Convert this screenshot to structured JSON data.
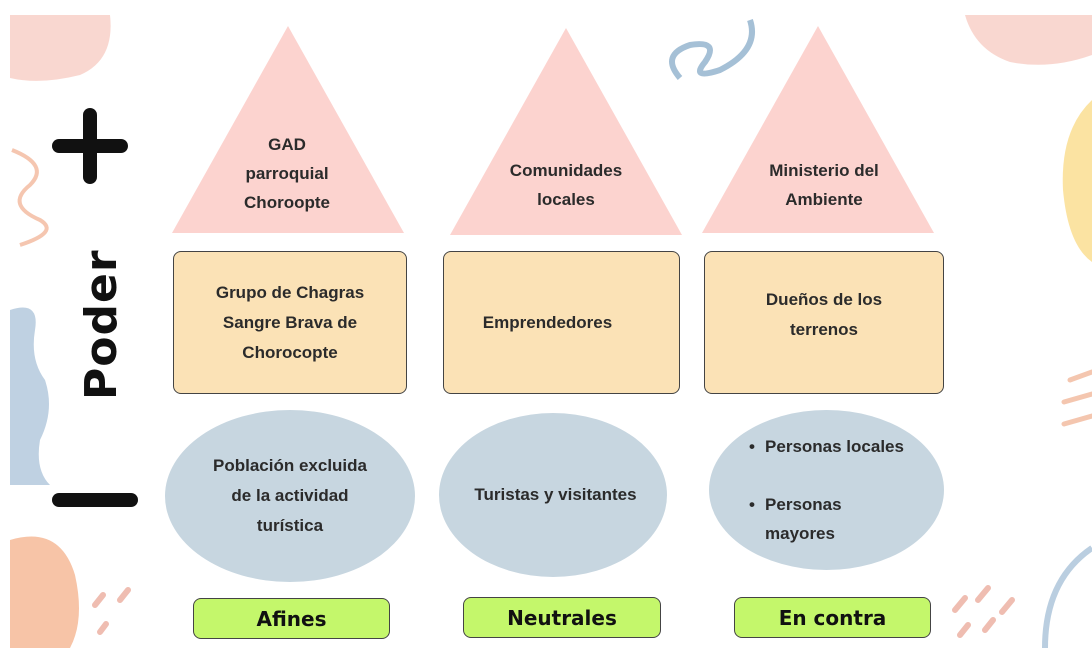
{
  "axis": {
    "label": "Poder",
    "plus_icon": "plus-icon",
    "minus_icon": "minus-icon"
  },
  "columns": [
    {
      "triangle": "GAD\nparroquial\nChoroopte",
      "box": "Grupo de Chagras\nSangre Brava de\nChorocopte",
      "ellipse": "Población excluida\nde la actividad\nturística",
      "category": "Afines"
    },
    {
      "triangle": "Comunidades\nlocales",
      "box": "Emprendedores",
      "ellipse": "Turistas y visitantes",
      "category": "Neutrales"
    },
    {
      "triangle": "Ministerio del\nAmbiente",
      "box": "Dueños de los\nterrenos",
      "ellipse_items": [
        "Personas locales",
        "Personas\nmayores"
      ],
      "category": "En contra"
    }
  ],
  "colors": {
    "triangle": "#fcd3cf",
    "box": "#fbe2b6",
    "ellipse": "#c7d6e0",
    "category": "#c4f76b"
  }
}
